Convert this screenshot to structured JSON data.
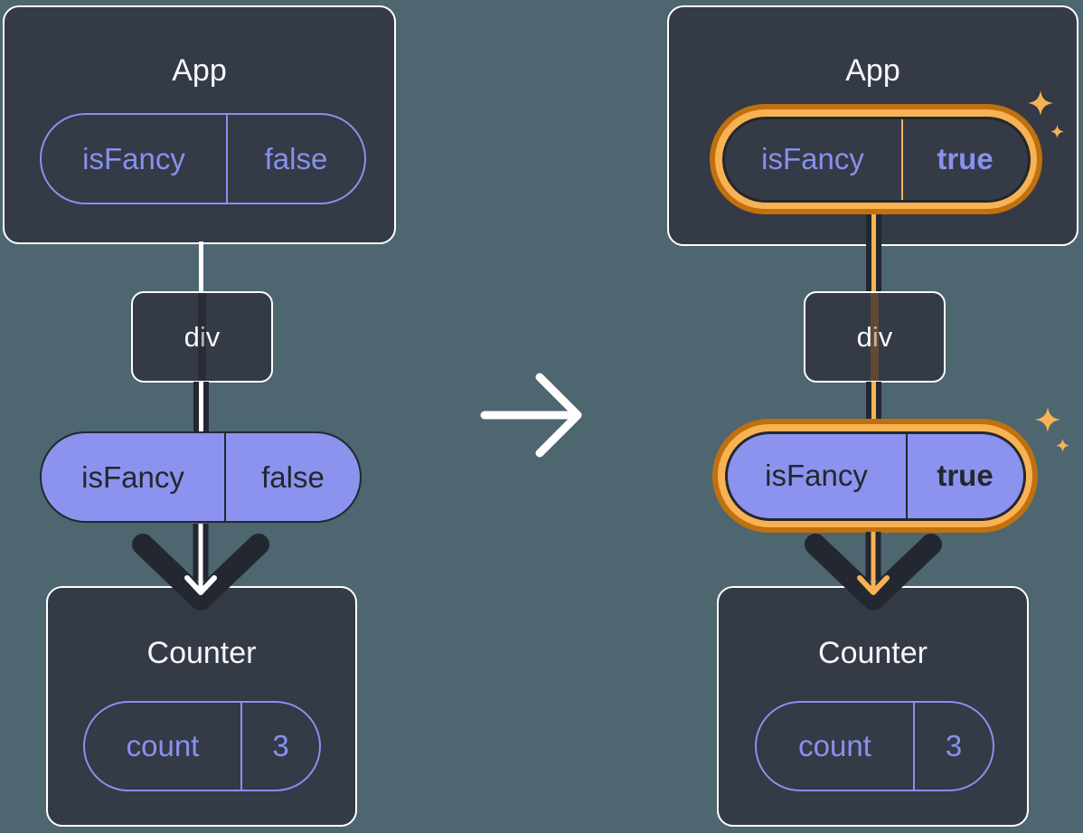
{
  "before": {
    "app_title": "App",
    "app_prop": {
      "name": "isFancy",
      "value": "false"
    },
    "div_label": "div",
    "passed_prop": {
      "name": "isFancy",
      "value": "false"
    },
    "counter_title": "Counter",
    "counter_state": {
      "name": "count",
      "value": "3"
    }
  },
  "after": {
    "app_title": "App",
    "app_prop": {
      "name": "isFancy",
      "value": "true"
    },
    "div_label": "div",
    "passed_prop": {
      "name": "isFancy",
      "value": "true"
    },
    "counter_title": "Counter",
    "counter_state": {
      "name": "count",
      "value": "3"
    }
  },
  "icons": {
    "transition": "arrow-right-icon",
    "highlight": "sparkles-icon",
    "flow": "arrow-down-icon"
  },
  "colors": {
    "background": "#4d6670",
    "node_fill": "#343a46",
    "node_border": "#ffffff",
    "purple": "#8990ee",
    "purple_fill": "#8b93ee",
    "dark": "#23272f",
    "orange": "#c1700e",
    "orange_light": "#f8b254",
    "title_text": "#f6f7f9"
  }
}
